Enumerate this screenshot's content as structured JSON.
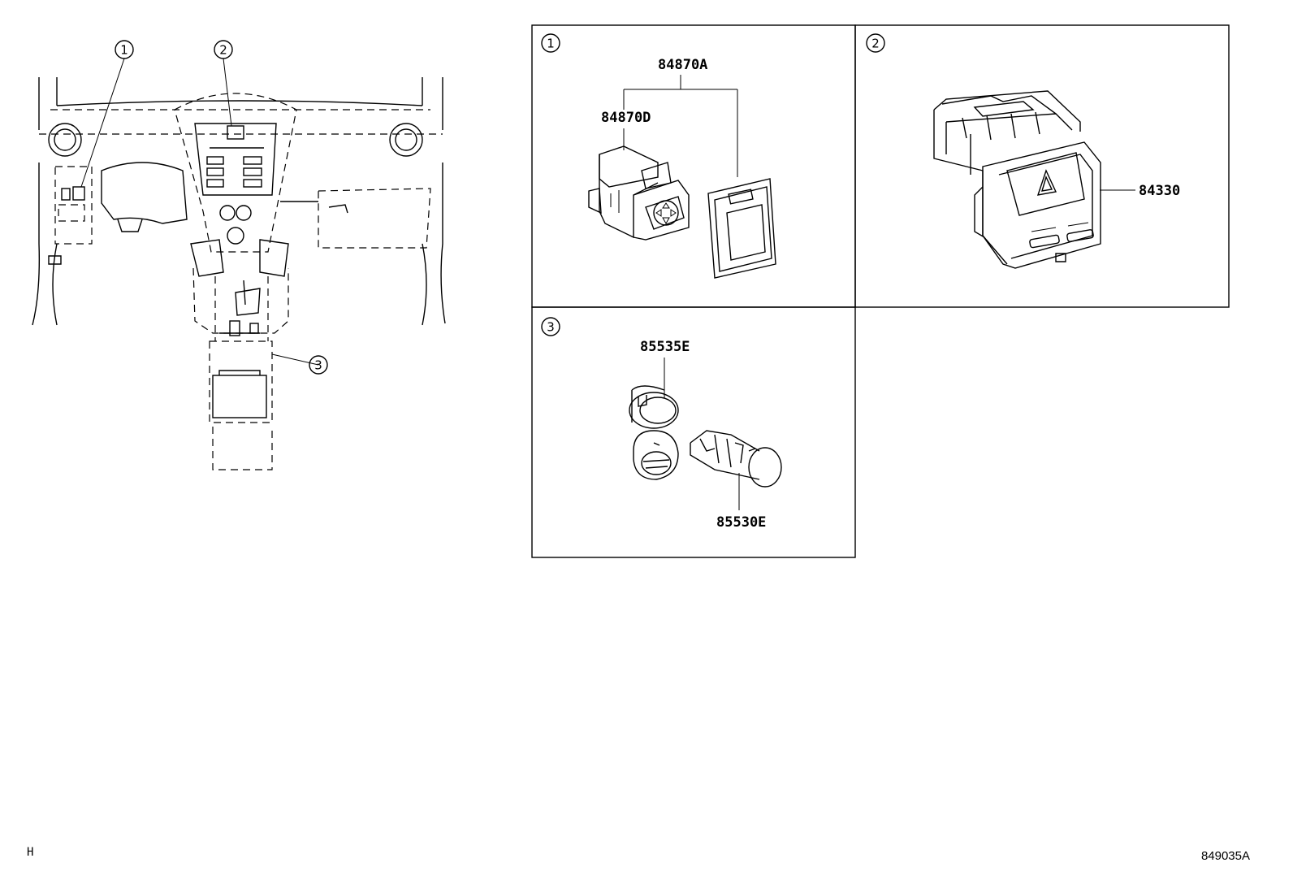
{
  "overview": {
    "callouts": [
      "1",
      "2",
      "3"
    ]
  },
  "panels": [
    {
      "index": "1",
      "parts": [
        "84870A",
        "84870D"
      ]
    },
    {
      "index": "2",
      "parts": [
        "84330"
      ]
    },
    {
      "index": "3",
      "parts": [
        "85535E",
        "85530E"
      ]
    }
  ],
  "footer": {
    "left_code": "H",
    "diagram_id": "849035A"
  }
}
